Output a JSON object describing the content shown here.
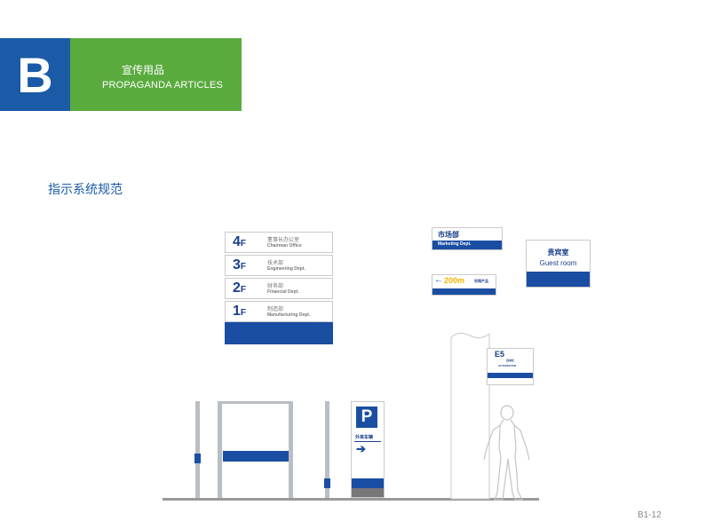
{
  "header": {
    "letter": "B",
    "title_cn": "宣传用品",
    "title_en": "PROPAGANDA ARTICLES"
  },
  "section_title": "指示系统规范",
  "page_number": "B1-12",
  "floor_directory": [
    {
      "floor": "4",
      "unit": "F",
      "cn": "董事长办公室",
      "en": "Chairman  Office"
    },
    {
      "floor": "3",
      "unit": "F",
      "cn": "技术部",
      "en": "Engineering  Dept."
    },
    {
      "floor": "2",
      "unit": "F",
      "cn": "财务部",
      "en": "Financial  Dept."
    },
    {
      "floor": "1",
      "unit": "F",
      "cn": "制造部",
      "en": "Manufacturing  Dept."
    }
  ],
  "marketing_sign": {
    "cn": "市场部",
    "en": "Marketing  Dept."
  },
  "direction_sign": {
    "arrow": "←",
    "distance": "200m",
    "label": "农网产品"
  },
  "guest_room_sign": {
    "cn": "贵宾室",
    "en": "Guest room"
  },
  "parking_sign": {
    "letter": "P",
    "cn": "外来车辆",
    "arrow": "➔"
  },
  "e5_sign": {
    "code": "E5",
    "cn": "自动化",
    "en": "AUTOMATION"
  },
  "colors": {
    "brand_blue": "#1a4ea3",
    "green": "#5aab3e",
    "accent_yellow": "#f2b400"
  }
}
